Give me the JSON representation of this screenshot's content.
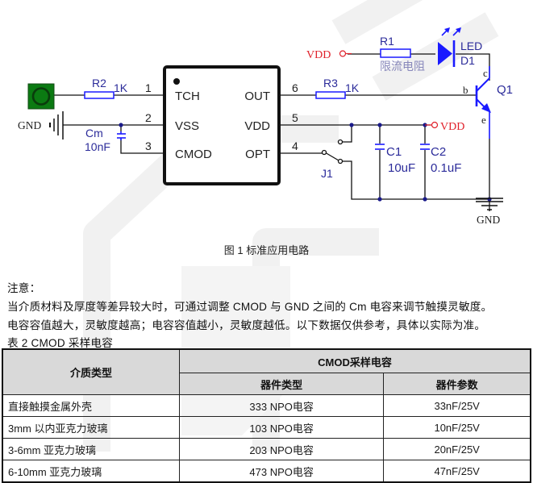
{
  "schematic": {
    "ic": {
      "pins_left": [
        {
          "num": "1",
          "name": "TCH"
        },
        {
          "num": "2",
          "name": "VSS"
        },
        {
          "num": "3",
          "name": "CMOD"
        }
      ],
      "pins_right": [
        {
          "num": "6",
          "name": "OUT"
        },
        {
          "num": "5",
          "name": "VDD"
        },
        {
          "num": "4",
          "name": "OPT"
        }
      ]
    },
    "components": {
      "r2": {
        "ref": "R2",
        "value": "1K"
      },
      "r3": {
        "ref": "R3",
        "value": "1K"
      },
      "r1": {
        "ref": "R1",
        "value": "限流电阻"
      },
      "cm": {
        "ref": "Cm",
        "value": "10nF"
      },
      "c1": {
        "ref": "C1",
        "value": "10uF"
      },
      "c2": {
        "ref": "C2",
        "value": "0.1uF"
      },
      "led": {
        "ref": "D1",
        "type": "LED"
      },
      "q1": {
        "ref": "Q1",
        "b": "b",
        "c": "c",
        "e": "e"
      },
      "j1": {
        "ref": "J1"
      }
    },
    "nets": {
      "vdd_top": "VDD",
      "vdd_right": "VDD",
      "gnd_left": "GND",
      "gnd_right": "GND"
    },
    "colors": {
      "wire": "#111111",
      "component": "#1a1aff",
      "label_blue": "#2b2b9a",
      "power_red": "#e0202a",
      "touch_pad": "#0b7a12",
      "junction": "#1a1a8a"
    }
  },
  "caption": "图 1 标准应用电路",
  "notes": {
    "title": "注意：",
    "line1": "当介质材料及厚度等差异较大时，可通过调整 CMOD 与 GND 之间的 Cm 电容来调节触摸灵敏度。",
    "line2": "电容容值越大，灵敏度越高；电容容值越小，灵敏度越低。以下数据仅供参考，具体以实际为准。",
    "table_title": "表 2 CMOD 采样电容"
  },
  "table": {
    "header_medium": "介质类型",
    "header_group": "CMOD采样电容",
    "header_type": "器件类型",
    "header_param": "器件参数",
    "rows": [
      {
        "medium": "直接触摸金属外壳",
        "type": "333 NPO电容",
        "param": "33nF/25V"
      },
      {
        "medium": "3mm  以内亚克力玻璃",
        "type": "103 NPO电容",
        "param": "10nF/25V"
      },
      {
        "medium": "3-6mm  亚克力玻璃",
        "type": "203 NPO电容",
        "param": "20nF/25V"
      },
      {
        "medium": "6-10mm  亚克力玻璃",
        "type": "473 NPO电容",
        "param": "47nF/25V"
      }
    ]
  }
}
